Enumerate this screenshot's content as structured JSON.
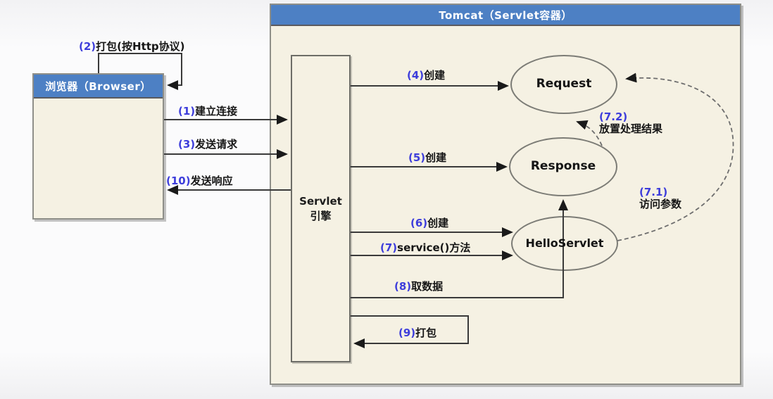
{
  "tomcat": {
    "title": "Tomcat（Servlet容器）"
  },
  "browser": {
    "title": "浏览器（Browser）"
  },
  "engine": {
    "line1": "Servlet",
    "line2": "引擎"
  },
  "nodes": {
    "request": "Request",
    "response": "Response",
    "helloservlet": "HelloServlet"
  },
  "labels": {
    "step1": {
      "num": "(1)",
      "text": "建立连接"
    },
    "step2": {
      "num": "(2)",
      "text": "打包(按Http协议)"
    },
    "step3": {
      "num": "(3)",
      "text": "发送请求"
    },
    "step4": {
      "num": "(4)",
      "text": "创建"
    },
    "step5": {
      "num": "(5)",
      "text": "创建"
    },
    "step6": {
      "num": "(6)",
      "text": "创建"
    },
    "step7": {
      "num": "(7)",
      "text": "service()方法"
    },
    "step8": {
      "num": "(8)",
      "text": "取数据"
    },
    "step9": {
      "num": "(9)",
      "text": "打包"
    },
    "step10": {
      "num": "(10)",
      "text": "发送响应"
    },
    "step71": {
      "num": "(7.1)",
      "text": "访问参数"
    },
    "step72": {
      "num": "(7.2)",
      "text": "放置处理结果"
    }
  },
  "colors": {
    "header_blue": "#4d80c4",
    "panel_cream": "#f5f1e3",
    "step_number_blue": "#3d3ddb",
    "step_text_black": "#161616",
    "arrow_dark": "#3a3a3a",
    "dashed_gray": "#6e6e6e"
  }
}
